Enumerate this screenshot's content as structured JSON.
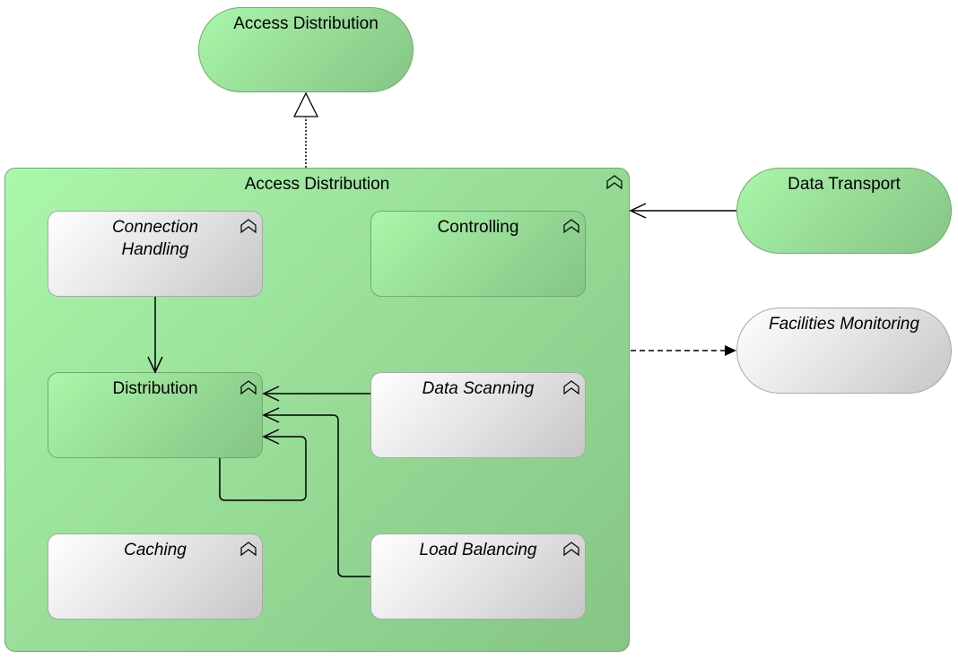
{
  "diagram": {
    "top_service": {
      "label": "Access Distribution",
      "kind": "business-service"
    },
    "container": {
      "label": "Access Distribution",
      "kind": "business-function"
    },
    "data_transport": {
      "label": "Data Transport",
      "kind": "business-service"
    },
    "facilities_monitoring": {
      "label": "Facilities Monitoring",
      "kind": "business-service",
      "abstract": true
    },
    "children": [
      {
        "id": "connection_handling",
        "label": "Connection Handling",
        "line1": "Connection",
        "line2": "Handling",
        "abstract": true
      },
      {
        "id": "controlling",
        "label": "Controlling",
        "abstract": false
      },
      {
        "id": "distribution",
        "label": "Distribution",
        "abstract": false
      },
      {
        "id": "data_scanning",
        "label": "Data Scanning",
        "abstract": true
      },
      {
        "id": "caching",
        "label": "Caching",
        "abstract": true
      },
      {
        "id": "load_balancing",
        "label": "Load Balancing",
        "abstract": true
      }
    ],
    "relations": [
      {
        "from": "Access Distribution (function)",
        "to": "Access Distribution (service)",
        "type": "realization"
      },
      {
        "from": "Data Transport",
        "to": "Access Distribution (function)",
        "type": "serving"
      },
      {
        "from": "Access Distribution (function)",
        "to": "Facilities Monitoring",
        "type": "flow"
      },
      {
        "from": "Connection Handling",
        "to": "Distribution",
        "type": "serving"
      },
      {
        "from": "Data Scanning",
        "to": "Distribution",
        "type": "serving"
      },
      {
        "from": "Load Balancing",
        "to": "Distribution",
        "type": "serving"
      },
      {
        "from": "Distribution",
        "to": "Distribution",
        "type": "serving"
      }
    ],
    "colors": {
      "green_light": "#aaf7aa",
      "green_dark": "#85c585",
      "grey_light": "#ffffff",
      "grey_dark": "#c6c6c6"
    }
  }
}
